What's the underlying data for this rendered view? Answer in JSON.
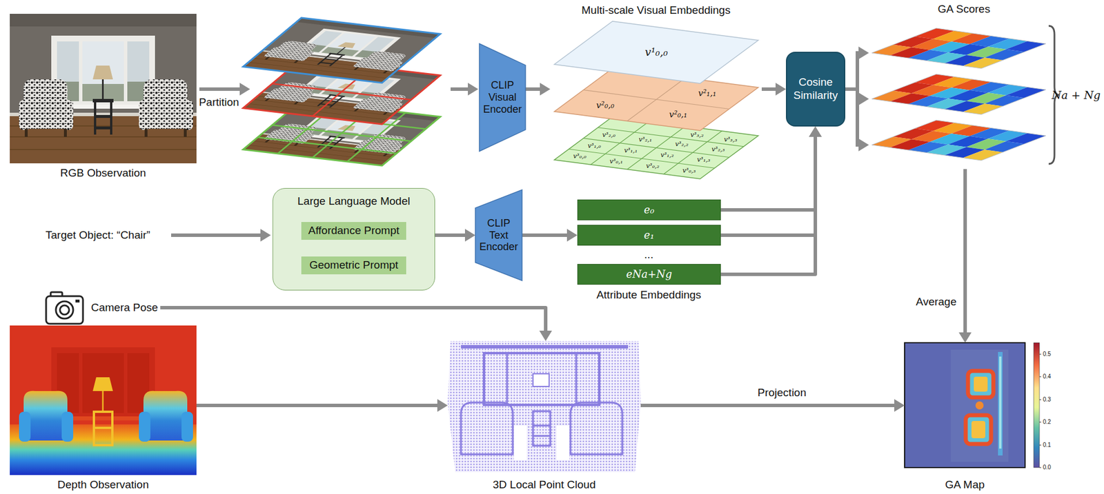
{
  "diagram": {
    "nodes": [
      {
        "text": [
          "RGB Observation"
        ]
      },
      {
        "text": [
          "CLIP Visual Encoder"
        ]
      },
      {
        "text": [
          "Multi-scale Visual Embeddings"
        ]
      },
      {
        "text": [
          "Cosine Similarity"
        ]
      },
      {
        "text": [
          "GA Scores"
        ]
      },
      {
        "text": [
          "Large Language Model"
        ]
      },
      {
        "text": [
          "Affordance Prompt"
        ],
        "in": 5
      },
      {
        "text": [
          "Geometric Prompt"
        ],
        "in": 5
      },
      {
        "text": [
          "CLIP Text Encoder"
        ]
      },
      {
        "text": [
          "e₀"
        ]
      },
      {
        "text": [
          "e₁"
        ]
      },
      {
        "text": [
          "eNa+Ng"
        ]
      },
      {
        "text": [
          "Camera Pose"
        ]
      },
      {
        "text": [
          "Depth Observation"
        ]
      },
      {
        "text": [
          "3D Local Point Cloud"
        ]
      },
      {
        "text": [
          "GA Map"
        ]
      }
    ],
    "edges": [
      {
        "from": 1,
        "to": 2,
        "arrow": "to"
      },
      {
        "from": 2,
        "to": 3,
        "arrow": "to"
      },
      {
        "from": 3,
        "to": 4,
        "arrow": "to"
      },
      {
        "from": 5,
        "to": 8,
        "arrow": "to"
      },
      {
        "from": 8,
        "to": 10,
        "arrow": "to"
      },
      {
        "from": 9,
        "to": 3,
        "arrow": "to"
      },
      {
        "from": 10,
        "to": 3,
        "arrow": "to"
      },
      {
        "from": 11,
        "to": 3,
        "arrow": "to"
      },
      {
        "from": 12,
        "to": 14,
        "arrow": "to"
      },
      {
        "from": 13,
        "to": 14,
        "arrow": "to"
      },
      {
        "from": 14,
        "to": 15,
        "label": "Projection",
        "arrow": "to"
      },
      {
        "from": 4,
        "to": 15,
        "label": "Average",
        "arrow": "to"
      }
    ],
    "labels": [
      "Partition",
      "v¹₀,₀",
      "v²₁,₁",
      "v²₀,₀",
      "v²₀,₁",
      "v³₃,₂",
      "v³₃,₃",
      "v³₂,₀",
      "v³₂,₁",
      "v³₂,₂",
      "v³₂,₃",
      "v³₁,₀",
      "v³₁,₁",
      "v³₁,₂",
      "v³₁,₃",
      "v³₀,₀",
      "v³₀,₁",
      "v³₀,₂",
      "v³₀,₃",
      "Target Object: “Chair”",
      "...",
      "Attribute Embeddings",
      "Na + Ng",
      "0.5",
      "0.4",
      "0.3",
      "0.2",
      "0.1",
      "0.0"
    ]
  }
}
